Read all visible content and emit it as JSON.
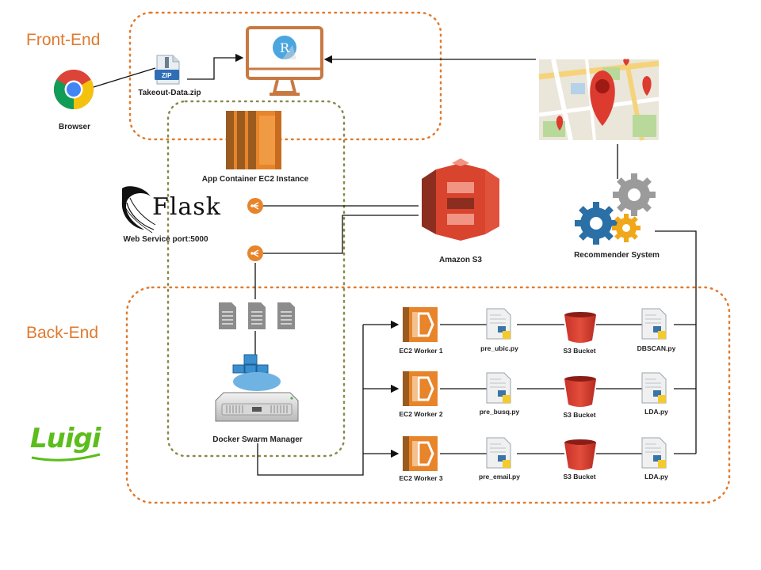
{
  "regions": {
    "front_end": "Front-End",
    "back_end": "Back-End"
  },
  "nodes": {
    "browser": "Browser",
    "takeout_zip": "Takeout-Data.zip",
    "zip_tag": "ZIP",
    "r_logo_letter": "R",
    "app_container": "App Container EC2 Instance",
    "flask_word": "Flask",
    "web_service": "Web Service port:5000",
    "amazon_s3": "Amazon S3",
    "recommender": "Recommender System",
    "docker_manager": "Docker Swarm Manager",
    "luigi_word": "Luigi"
  },
  "workers": [
    {
      "worker": "EC2 Worker 1",
      "script": "pre_ubic.py",
      "bucket": "S3 Bucket",
      "model": "DBSCAN.py"
    },
    {
      "worker": "EC2 Worker 2",
      "script": "pre_busq.py",
      "bucket": "S3 Bucket",
      "model": "LDA.py"
    },
    {
      "worker": "EC2 Worker 3",
      "script": "pre_email.py",
      "bucket": "S3 Bucket",
      "model": "LDA.py"
    }
  ],
  "colors": {
    "front_end_border": "#e07a2e",
    "app_container_border": "#8a8a4a",
    "aws_orange": "#e8842a",
    "s3_red": "#d9442f",
    "docker_blue": "#3a8fd0",
    "luigi_green": "#5cbd1c"
  },
  "icons": [
    "chrome-icon",
    "zip-file-icon",
    "monitor-r-icon",
    "map-pin-icon",
    "ec2-icon",
    "flask-horn-icon",
    "load-balancer-icon",
    "s3-icon",
    "gears-icon",
    "document-icon",
    "docker-server-icon",
    "python-file-icon",
    "bucket-icon",
    "luigi-logo-icon"
  ]
}
